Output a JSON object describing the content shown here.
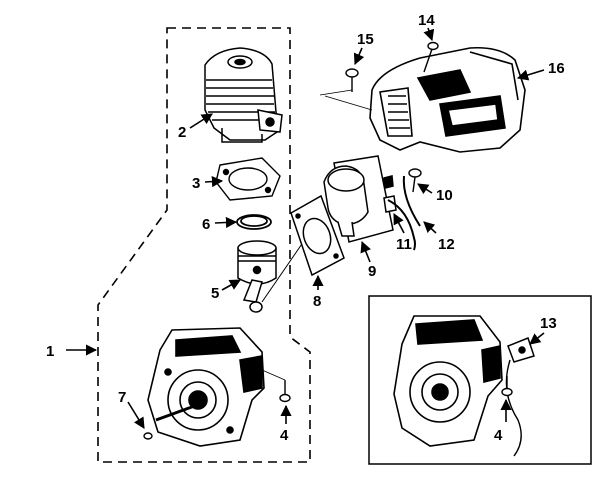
{
  "diagram": {
    "callouts": {
      "c1": "1",
      "c2": "2",
      "c3": "3",
      "c4a": "4",
      "c4b": "4",
      "c5": "5",
      "c6": "6",
      "c7": "7",
      "c8": "8",
      "c9": "9",
      "c10": "10",
      "c11": "11",
      "c12": "12",
      "c13": "13",
      "c14": "14",
      "c15": "15",
      "c16": "16"
    },
    "parts": [
      "cylinder",
      "cylinder-gasket",
      "piston-ring",
      "piston-and-rod",
      "intake-gasket",
      "ignition-module",
      "screw",
      "spark-plug-lead-clip",
      "spark-plug-wire",
      "ground-terminal",
      "cover-screw",
      "cover-bolt",
      "engine-shroud",
      "crankcase",
      "woodruff-key"
    ],
    "colors": {
      "ink": "#000000",
      "paper": "#ffffff"
    }
  }
}
